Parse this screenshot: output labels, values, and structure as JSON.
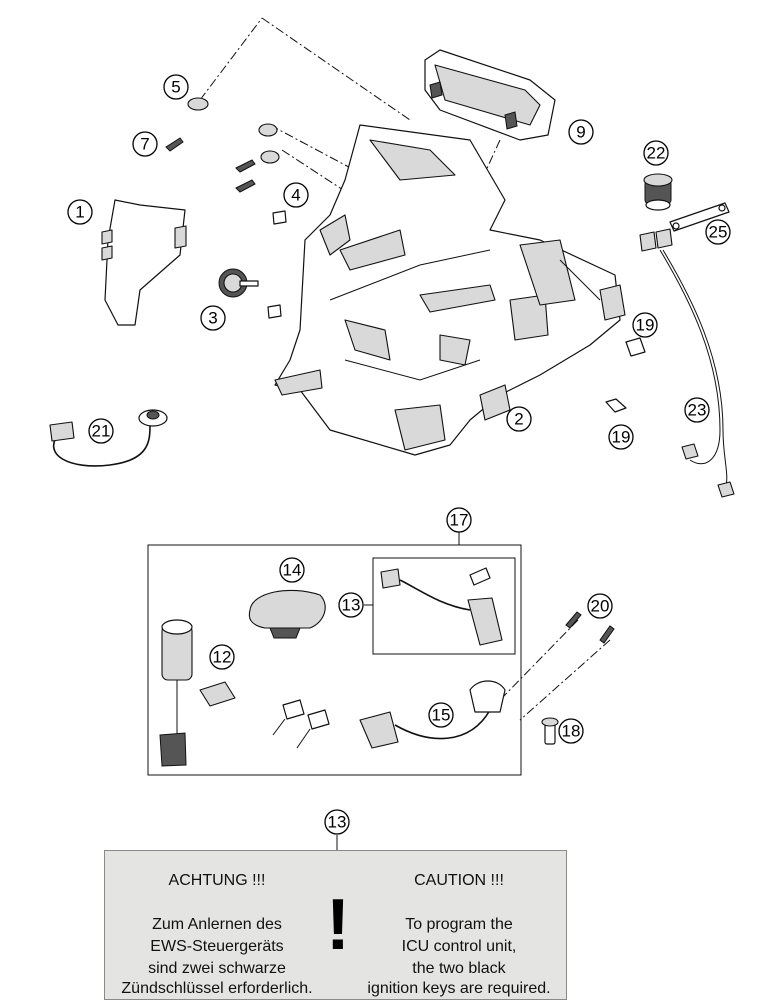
{
  "callouts": {
    "c1": "1",
    "c2": "2",
    "c3": "3",
    "c4": "4",
    "c5": "5",
    "c7": "7",
    "c9": "9",
    "c12": "12",
    "c13a": "13",
    "c13b": "13",
    "c14": "14",
    "c15": "15",
    "c17": "17",
    "c18": "18",
    "c19a": "19",
    "c19b": "19",
    "c20": "20",
    "c21": "21",
    "c22": "22",
    "c23": "23",
    "c25": "25"
  },
  "notice": {
    "de": {
      "heading": "ACHTUNG !!!",
      "lines": [
        "Zum Anlernen des",
        "EWS-Steuergeräts",
        "sind zwei schwarze",
        "Zündschlüssel erforderlich."
      ]
    },
    "en": {
      "heading": "CAUTION !!!",
      "lines": [
        "To program the",
        "ICU control unit,",
        "the two black",
        "ignition keys are required."
      ]
    },
    "symbol": "!"
  }
}
